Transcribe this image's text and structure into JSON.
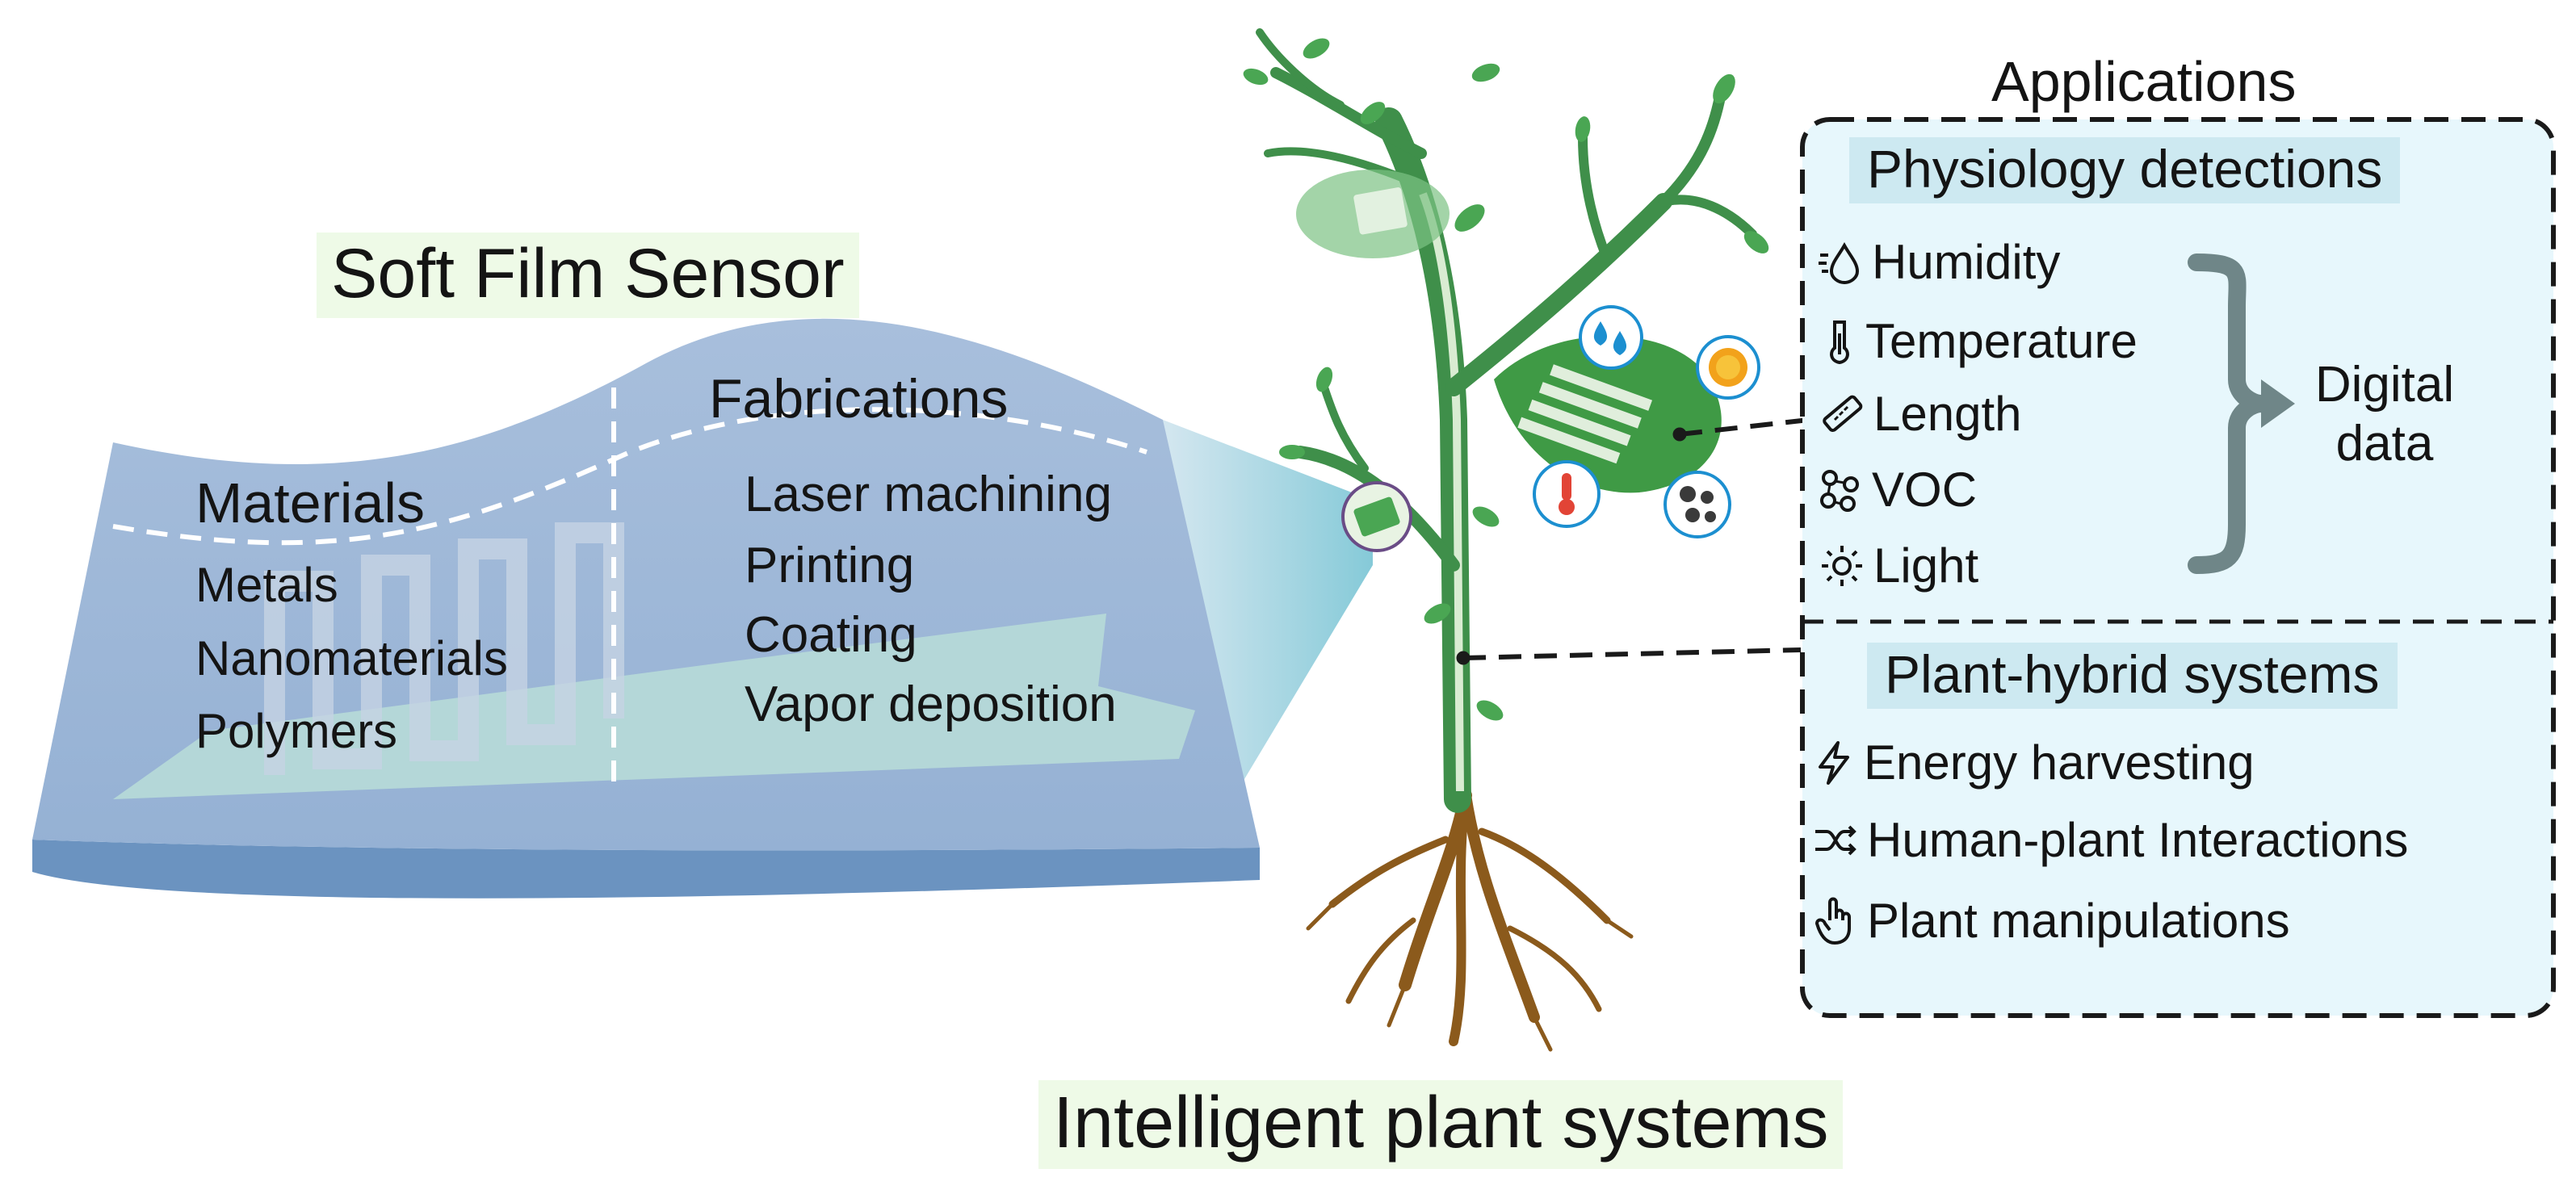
{
  "film": {
    "title": "Soft Film Sensor",
    "materials": {
      "title": "Materials",
      "items": [
        "Metals",
        "Nanomaterials",
        "Polymers"
      ]
    },
    "fabrications": {
      "title": "Fabrications",
      "items": [
        "Laser machining",
        "Printing",
        "Coating",
        "Vapor deposition"
      ]
    }
  },
  "plant": {
    "title": "Intelligent plant systems"
  },
  "applications": {
    "title": "Applications",
    "physiology": {
      "heading": "Physiology detections",
      "items": [
        {
          "label": "Humidity",
          "icon": "humidity-icon"
        },
        {
          "label": "Temperature",
          "icon": "thermometer-icon"
        },
        {
          "label": "Length",
          "icon": "ruler-icon"
        },
        {
          "label": "VOC",
          "icon": "molecule-icon"
        },
        {
          "label": "Light",
          "icon": "sun-icon"
        }
      ],
      "output": {
        "line1": "Digital",
        "line2": "data"
      }
    },
    "hybrid": {
      "heading": "Plant-hybrid systems",
      "items": [
        {
          "label": "Energy harvesting",
          "icon": "lightning-icon"
        },
        {
          "label": "Human-plant Interactions",
          "icon": "shuffle-icon"
        },
        {
          "label": "Plant manipulations",
          "icon": "hand-pointer-icon"
        }
      ]
    }
  },
  "colors": {
    "film_light": "#a9c0dd",
    "film_mid": "#93afd2",
    "film_edge": "#6b92bf",
    "film_trace": "#b9dfd9",
    "title_highlight": "#eefae7",
    "panel_fill": "#e7f7fc",
    "heading_fill": "#cde9f1",
    "stem_green": "#3f8f4a",
    "leaf_green": "#4aa653",
    "root_brown": "#8b5a1c",
    "bracket": "#6f8688"
  }
}
